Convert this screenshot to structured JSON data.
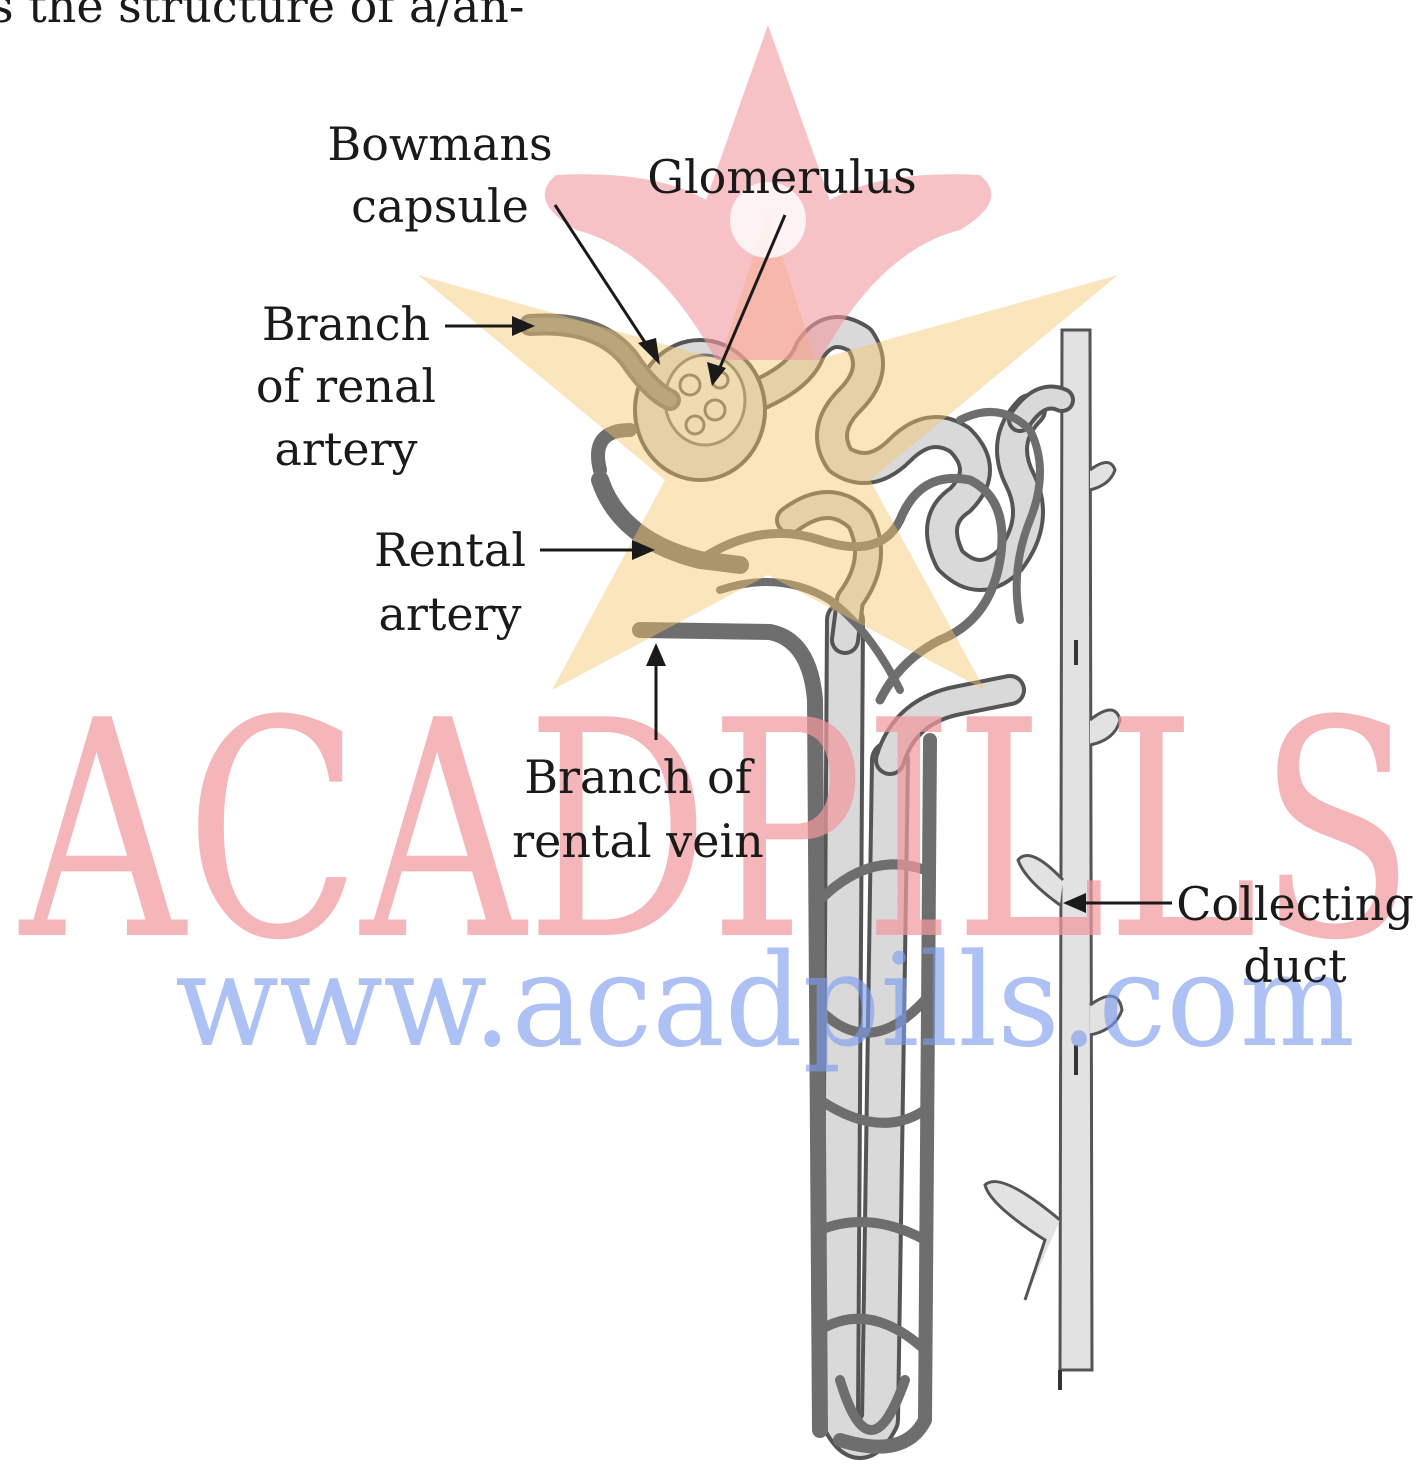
{
  "header_text": "s the structure of a/an-",
  "labels": {
    "bowmans_capsule": [
      "Bowmans",
      "capsule"
    ],
    "glomerulus": "Glomerulus",
    "branch_renal_artery": [
      "Branch",
      "of renal",
      "artery"
    ],
    "rental_artery": [
      "Rental",
      "artery"
    ],
    "branch_rental_vein": [
      "Branch of",
      "rental vein"
    ],
    "collecting_duct": [
      "Collecting",
      "duct"
    ]
  },
  "watermark": {
    "brand": "ACADPILLS",
    "url": "www.acadpills.com",
    "brand_color": "#f19a9e",
    "url_color": "#7b9cf0",
    "star_color": "#f5c56a"
  },
  "colors": {
    "tubule": "#d6d6d6",
    "tubule_outline": "#555555",
    "vessel": "#6e6e6e",
    "duct": "#dedede"
  }
}
